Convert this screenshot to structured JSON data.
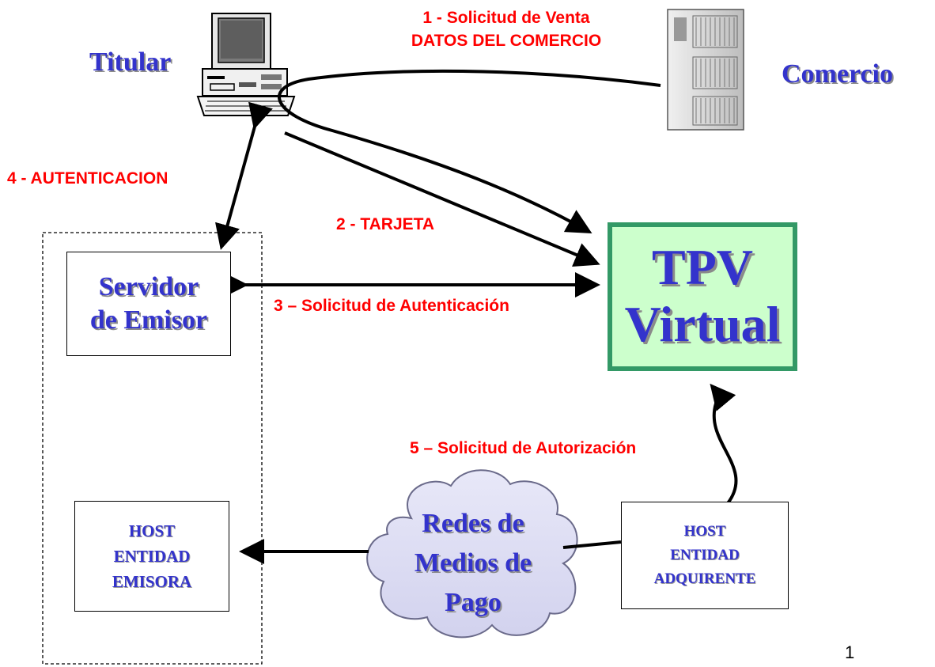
{
  "actors": {
    "titular": "Titular",
    "comercio": "Comercio"
  },
  "tpv": {
    "line1": "TPV",
    "line2": "Virtual"
  },
  "servidor": {
    "line1": "Servidor",
    "line2": "de Emisor"
  },
  "host_emisora": {
    "line1": "HOST",
    "line2": "ENTIDAD",
    "line3": "EMISORA"
  },
  "host_adquirente": {
    "line1": "HOST",
    "line2": "ENTIDAD",
    "line3": "ADQUIRENTE"
  },
  "redes": {
    "line1": "Redes de",
    "line2": "Medios de",
    "line3": "Pago"
  },
  "steps": {
    "s1_line1": "1 - Solicitud de Venta",
    "s1_line2": "DATOS DEL COMERCIO",
    "s2": "2 - TARJETA",
    "s3": "3 – Solicitud de Autenticación",
    "s4": "4 - AUTENTICACION",
    "s5": "5 – Solicitud de Autorización"
  },
  "page_number": "1",
  "colors": {
    "title_blue": "#3333cc",
    "step_red": "#ff0000",
    "tpv_fill": "#ccffcc",
    "tpv_border": "#339966",
    "cloud_fill": "#ddddf4"
  }
}
